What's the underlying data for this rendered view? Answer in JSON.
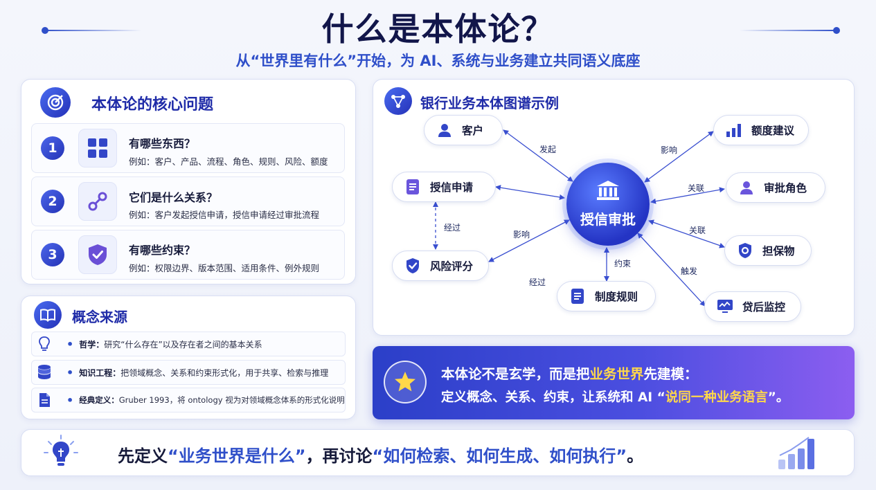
{
  "header": {
    "title": "什么是本体论？",
    "subtitle": "从“世界里有什么”开始，为 AI、系统与业务建立共同语义底座"
  },
  "core": {
    "title": "本体论的核心问题",
    "questions": [
      {
        "num": "1",
        "title": "有哪些东西？",
        "desc": "例如：客户、产品、流程、角色、规则、风险、额度",
        "icon": "grid-icon"
      },
      {
        "num": "2",
        "title": "它们是什么关系？",
        "desc": "例如：客户发起授信申请，授信申请经过审批流程",
        "icon": "link-icon"
      },
      {
        "num": "3",
        "title": "有哪些约束？",
        "desc": "例如：权限边界、版本范围、适用条件、例外规则",
        "icon": "shield-check-icon"
      }
    ]
  },
  "sources": {
    "title": "概念来源",
    "items": [
      {
        "label": "哲学：",
        "text": "研究“什么存在”以及存在者之间的基本关系",
        "icon": "lightbulb-icon"
      },
      {
        "label": "知识工程：",
        "text": "把领域概念、关系和约束形式化，用于共享、检索与推理",
        "icon": "database-icon"
      },
      {
        "label": "经典定义：",
        "text": "Gruber 1993，将 ontology 视为对领域概念体系的形式化说明",
        "icon": "document-icon"
      }
    ]
  },
  "graph": {
    "title": "银行业务本体图谱示例",
    "center": "授信审批",
    "nodes": {
      "customer": "客户",
      "credit_app": "授信申请",
      "risk": "风险评分",
      "policy": "制度规则",
      "limit": "额度建议",
      "role": "审批角色",
      "collateral": "担保物",
      "monitor": "贷后监控"
    },
    "edges": {
      "initiate": "发起",
      "via1": "经过",
      "affect1": "影响",
      "via2": "经过",
      "constraint": "约束",
      "affect2": "影响",
      "relate1": "关联",
      "relate2": "关联",
      "trigger": "触发"
    }
  },
  "banner": {
    "line1_a": "本体论不是玄学，而是把",
    "line1_hl": "业务世界",
    "line1_b": "先建模：",
    "line2_a": "定义概念、关系、约束，让系统和 AI “",
    "line2_hl": "说同一种业务语言",
    "line2_b": "”。"
  },
  "bottom": {
    "part1": "先定义",
    "quote1": "“业务世界是什么”",
    "part2": "，再讨论",
    "quote2": "“如何检索、如何生成、如何执行”",
    "part3": "。"
  },
  "colors": {
    "primary": "#2f4fc9",
    "title": "#12164a",
    "highlight": "#ffd84a"
  }
}
